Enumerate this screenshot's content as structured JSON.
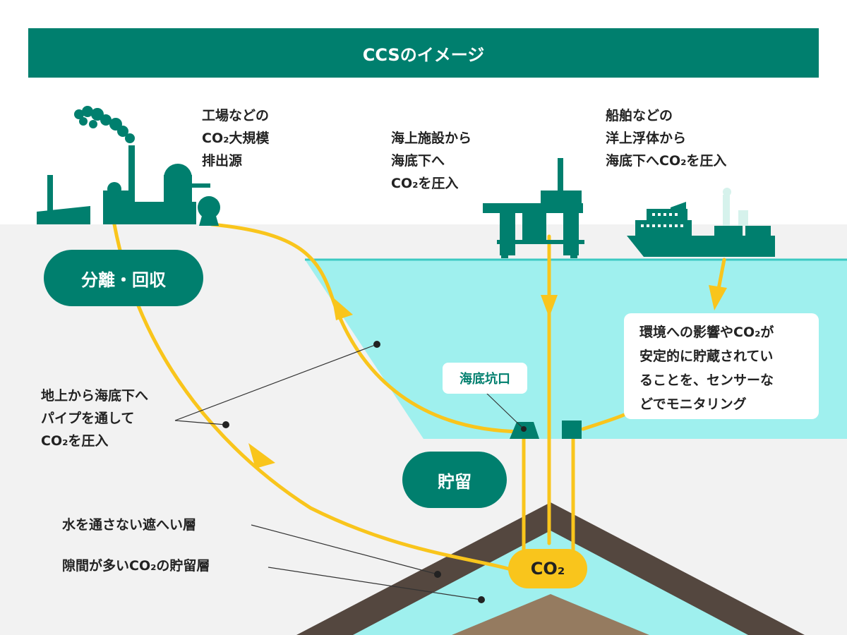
{
  "title": "CCSのイメージ",
  "sources": {
    "factory": [
      "工場などの",
      "CO₂大規模",
      "排出源"
    ],
    "platform": [
      "海上施設から",
      "海底下へ",
      "CO₂を圧入"
    ],
    "ship": [
      "船舶などの",
      "洋上浮体から",
      "海底下へCO₂を圧入"
    ]
  },
  "pills": {
    "capture": "分離・回収",
    "storage": "貯留"
  },
  "callouts": {
    "pipeline": [
      "地上から海底下へ",
      "パイプを通して",
      "CO₂を圧入"
    ],
    "seal_layer": "水を通さない遮へい層",
    "storage_layer": "隙間が多いCO₂の貯留層",
    "wellhead": "海底坑口",
    "monitoring": [
      "環境への影響やCO₂が",
      "安定的に貯蔵されてい",
      "ることを、センサーな",
      "どでモニタリング"
    ]
  },
  "co2_label": "CO₂",
  "colors": {
    "teal": "#007f6e",
    "yellow": "#f9c51c",
    "sea": "#9ff0ee",
    "ground": "#f2f2f2",
    "seal": "#54473f",
    "dome": "#957b60"
  },
  "icons": [
    "factory-icon",
    "platform-icon",
    "ship-icon"
  ]
}
